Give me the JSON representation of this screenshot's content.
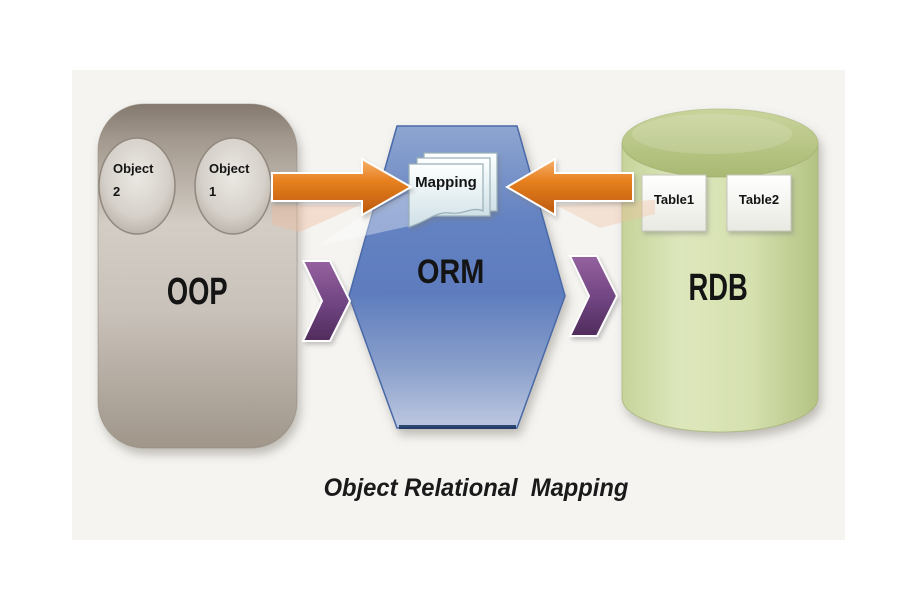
{
  "diagram": {
    "caption": "Object Relational  Mapping",
    "oop": {
      "label": "OOP",
      "objects": [
        {
          "line1": "Object",
          "line2": "2"
        },
        {
          "line1": "Object",
          "line2": "1"
        }
      ]
    },
    "orm": {
      "label": "ORM",
      "mapping": {
        "label": "Mapping"
      }
    },
    "rdb": {
      "label": "RDB",
      "tables": [
        {
          "label": "Table1"
        },
        {
          "label": "Table2"
        }
      ]
    },
    "icons": {
      "mapping_stack": "document-stack-icon",
      "oop_to_orm": "right-arrow-icon",
      "rdb_to_orm": "left-arrow-icon",
      "flow_left": "chevron-right-icon",
      "flow_right": "chevron-right-icon"
    },
    "colors": {
      "background": "#f5f4f1",
      "oop_gray": "#b5aca1",
      "orm_blue": "#5e7ebe",
      "rdb_green": "#cdd9a3",
      "arrow_orange": "#e37d1e",
      "chevron_purple": "#6f4480",
      "text": "#141414"
    }
  }
}
